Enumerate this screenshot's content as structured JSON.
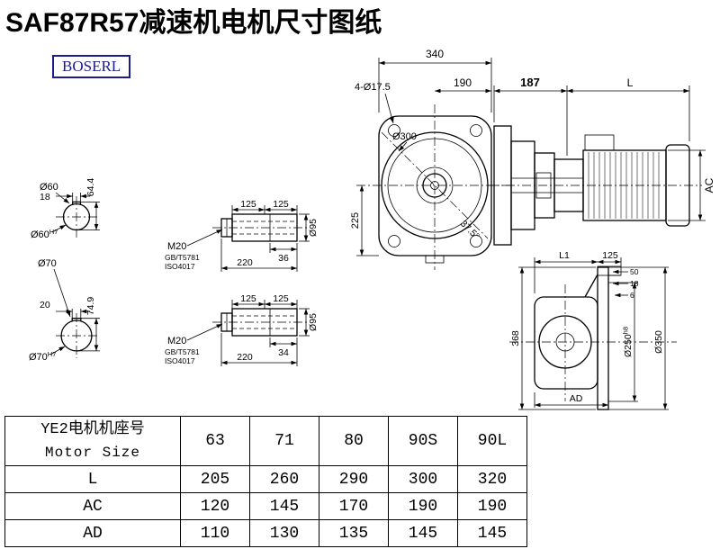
{
  "page": {
    "title": "SAF87R57减速机电机尺寸图纸",
    "logo": "BOSERL"
  },
  "front_view": {
    "dim_340": "340",
    "dim_190": "190",
    "label_bolt_holes": "4-Ø17.5",
    "label_dia300": "Ø300",
    "dim_225": "225",
    "dim_angle": "37.5°"
  },
  "motor_side_view": {
    "dim_187": "187",
    "dim_L": "L",
    "dim_AC": "AC"
  },
  "shaft_section_60": {
    "label_dia": "Ø60",
    "dim_key_width": "18",
    "dim_key_total": "64.4",
    "fit_base": "Ø60",
    "fit_tol": "H7"
  },
  "shaft_section_70": {
    "label_dia": "Ø70",
    "dim_key_width": "20",
    "dim_key_total": "74.9",
    "fit_base": "Ø70",
    "fit_tol": "H7"
  },
  "shaft_detail_top": {
    "dim_seg_left": "125",
    "dim_seg_right": "125",
    "label_thread": "M20",
    "label_std_gb": "GB/T5781",
    "label_std_iso": "ISO4017",
    "dim_step": "36",
    "dim_total": "220",
    "label_dia": "Ø95"
  },
  "shaft_detail_bottom": {
    "dim_seg_left": "125",
    "dim_seg_right": "125",
    "label_thread": "M20",
    "label_std_gb": "GB/T5781",
    "label_std_iso": "ISO4017",
    "dim_step": "34",
    "dim_total": "220",
    "label_dia": "Ø95"
  },
  "rear_view": {
    "dim_L1": "L1",
    "dim_125": "125",
    "dim_50": "50",
    "dim_18": "18",
    "dim_6": "6",
    "dim_368": "368",
    "label_dia250_base": "Ø250",
    "label_dia250_tol": "h8",
    "label_dia350": "Ø350",
    "dim_AD": "AD"
  },
  "table": {
    "header": {
      "label_cn": "YE2电机机座号",
      "label_en": "Motor Size",
      "columns": [
        "63",
        "71",
        "80",
        "90S",
        "90L"
      ]
    },
    "rows": [
      {
        "label": "L",
        "values": [
          "205",
          "260",
          "290",
          "300",
          "320"
        ]
      },
      {
        "label": "AC",
        "values": [
          "120",
          "145",
          "170",
          "190",
          "190"
        ]
      },
      {
        "label": "AD",
        "values": [
          "110",
          "130",
          "135",
          "145",
          "145"
        ]
      }
    ]
  }
}
